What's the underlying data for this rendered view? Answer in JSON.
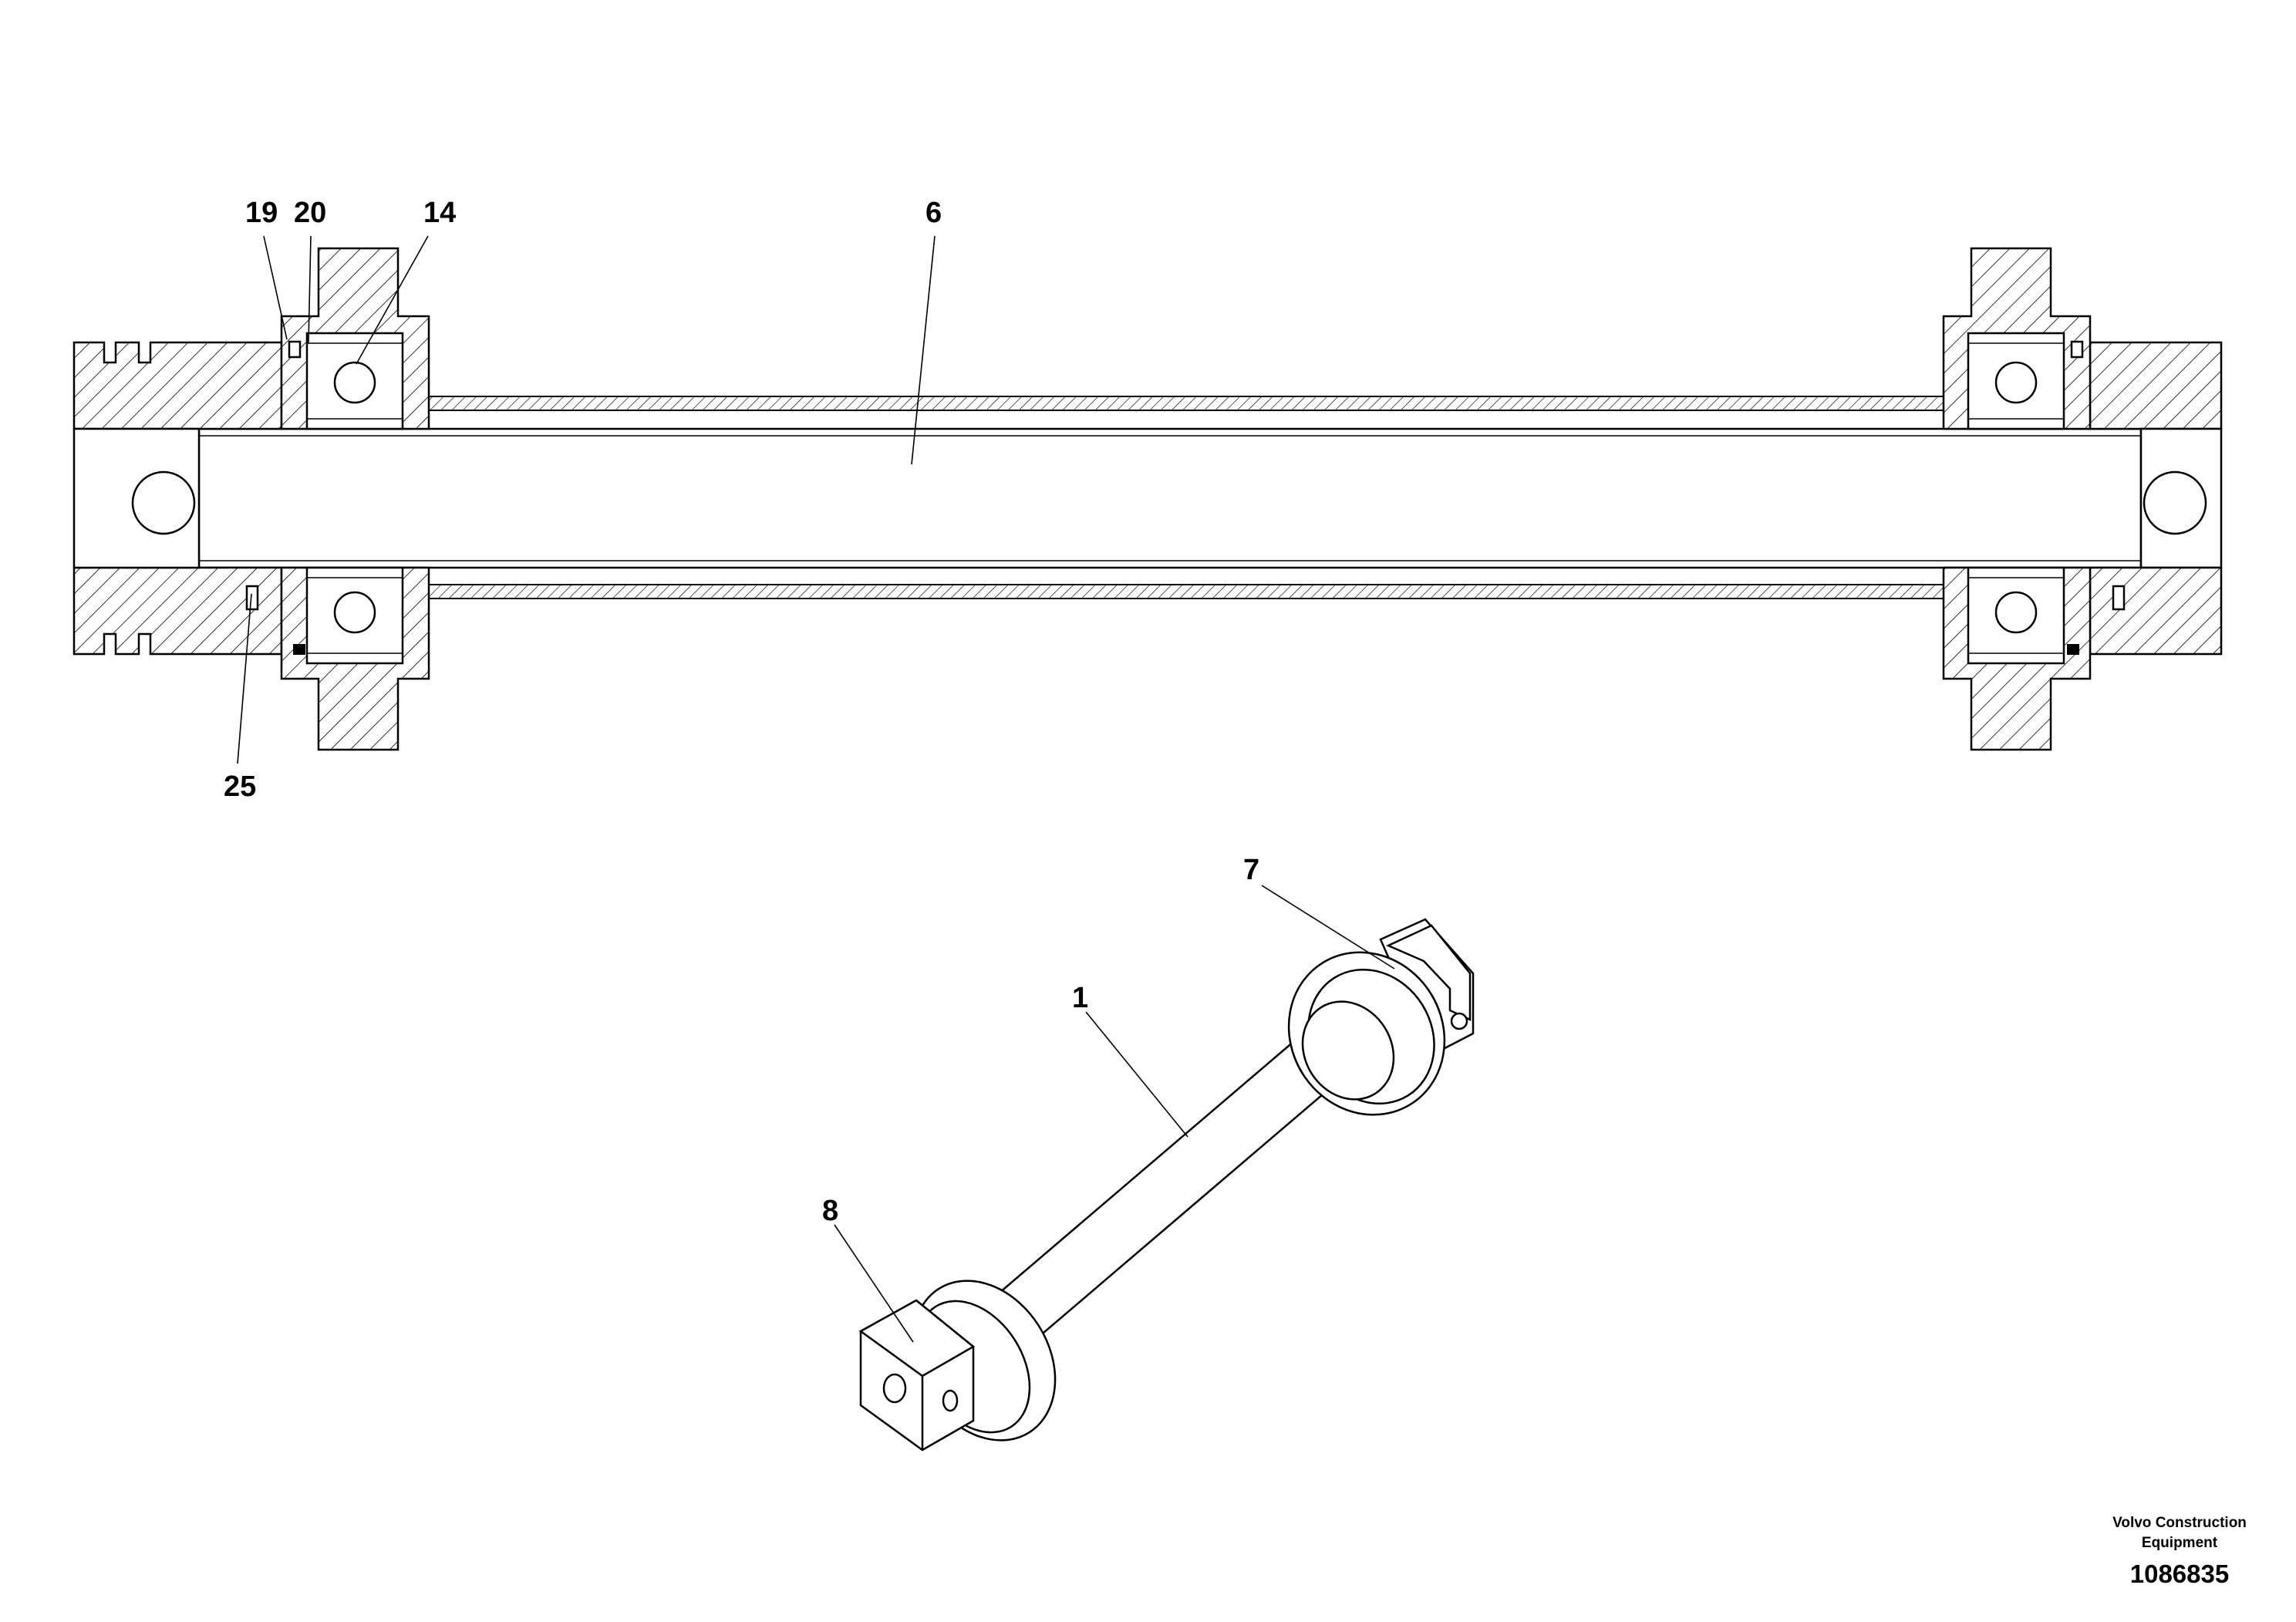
{
  "callouts": {
    "c19": "19",
    "c20": "20",
    "c14": "14",
    "c6": "6",
    "c25": "25",
    "c7": "7",
    "c1": "1",
    "c8": "8"
  },
  "brand": {
    "line1": "Volvo Construction",
    "line2": "Equipment"
  },
  "drawing_number": "1086835"
}
